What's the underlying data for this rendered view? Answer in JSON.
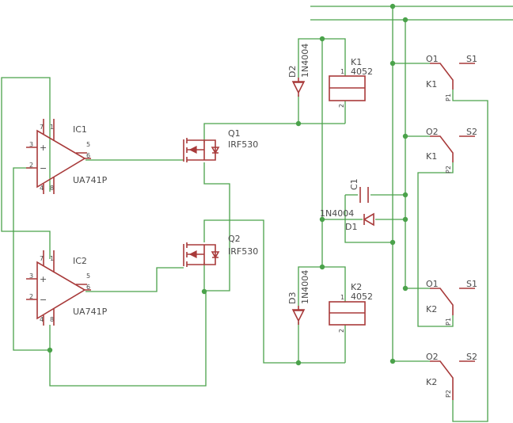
{
  "components": {
    "ic1": {
      "name": "IC1",
      "value": "UA741P"
    },
    "ic2": {
      "name": "IC2",
      "value": "UA741P"
    },
    "q1": {
      "name": "Q1",
      "value": "IRF530"
    },
    "q2": {
      "name": "Q2",
      "value": "IRF530"
    },
    "d1": {
      "name": "D1",
      "value": "1N4004"
    },
    "d2": {
      "name": "D2",
      "value": "1N4004"
    },
    "d3": {
      "name": "D3",
      "value": "1N4004"
    },
    "k1": {
      "name": "K1",
      "value": "4052"
    },
    "k2": {
      "name": "K2",
      "value": "4052"
    },
    "c1": {
      "name": "C1"
    }
  },
  "pins": {
    "one": "1",
    "two": "2",
    "three": "3",
    "four": "4",
    "five": "5",
    "six": "6",
    "seven": "7",
    "eight": "8",
    "plus": "+",
    "minus": "−"
  },
  "contacts": {
    "k1a": {
      "o": "O1",
      "s": "S1",
      "k": "K1",
      "p": "P1"
    },
    "k1b": {
      "o": "O2",
      "s": "S2",
      "k": "K1",
      "p": "P2"
    },
    "k2a": {
      "o": "O1",
      "s": "S1",
      "k": "K2",
      "p": "P1"
    },
    "k2b": {
      "o": "O2",
      "s": "S2",
      "k": "K2",
      "p": "P2"
    }
  },
  "colors": {
    "wire": "#4aa24a",
    "part": "#a83a3a",
    "text": "#4a4a4a"
  }
}
